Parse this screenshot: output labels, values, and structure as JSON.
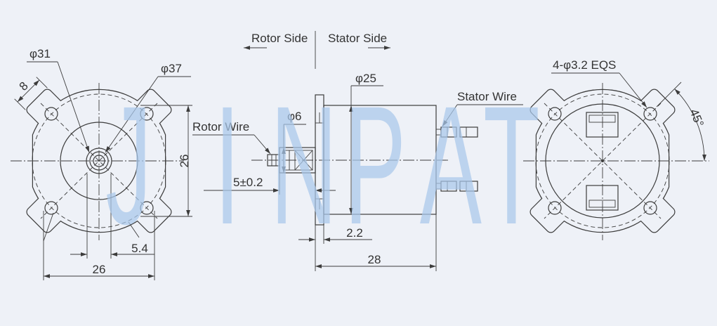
{
  "colors": {
    "background": "#eef1f7",
    "line": "#3c3c3c",
    "text": "#333333",
    "watermark": "#a9c7ea"
  },
  "watermark": "JINPAT",
  "side_labels": {
    "rotor_side": "Rotor Side",
    "stator_side": "Stator Side"
  },
  "front_view": {
    "pitch_circle_diameter": "φ31",
    "outer_diameter": "φ37",
    "ear_width": "8",
    "height": "26",
    "center_offset": "5.4",
    "width": "26"
  },
  "side_view": {
    "rotor_wire": "Rotor Wire",
    "shaft_diameter": "φ6",
    "shaft_length": "5±0.2",
    "body_diameter": "φ25",
    "flange_thickness": "2.2",
    "total_length": "28",
    "stator_wire": "Stator Wire"
  },
  "rear_view": {
    "mounting_holes": "4-φ3.2 EQS",
    "hole_angle": "45°"
  }
}
